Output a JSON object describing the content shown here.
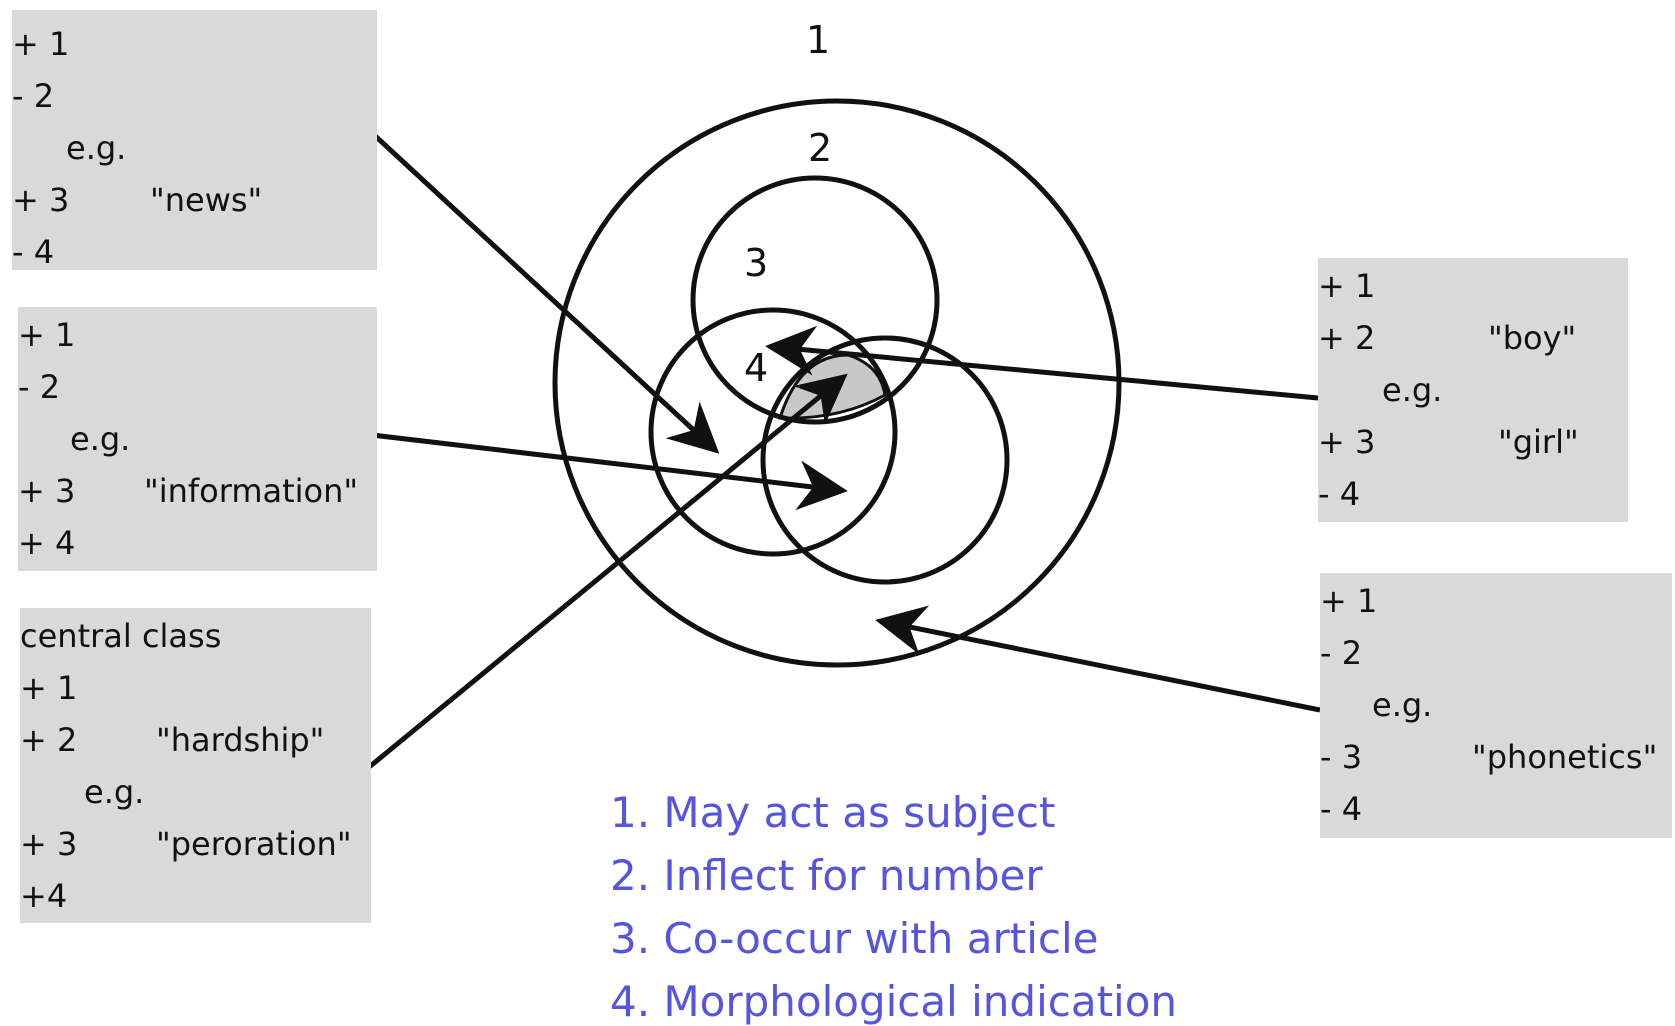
{
  "circle_labels": [
    "1",
    "2",
    "3",
    "4"
  ],
  "boxes": {
    "news": {
      "lines": [
        "+ 1",
        "- 2",
        "+ 3",
        "- 4"
      ],
      "eg": "e.g.",
      "word": "\"news\""
    },
    "information": {
      "lines": [
        "+ 1",
        "- 2",
        "+ 3",
        "+ 4"
      ],
      "eg": "e.g.",
      "word": "\"information\""
    },
    "central": {
      "title": "central class",
      "lines": [
        "+ 1",
        "+ 2",
        "+ 3",
        "+4"
      ],
      "eg": "e.g.",
      "word1": "\"hardship\"",
      "word2": "\"peroration\""
    },
    "boy": {
      "lines": [
        "+ 1",
        "+ 2",
        "+ 3",
        "- 4"
      ],
      "eg": "e.g.",
      "word1": "\"boy\"",
      "word2": "\"girl\""
    },
    "phonetics": {
      "lines": [
        "+ 1",
        "- 2",
        "- 3",
        "- 4"
      ],
      "eg": "e.g.",
      "word": "\"phonetics\""
    }
  },
  "legend": [
    "1. May act as subject",
    "2. Inflect for number",
    "3. Co-occur with article",
    "4. Morphological indication"
  ],
  "colors": {
    "box": "#d9d9d9",
    "legend": "#5555dd",
    "shaded": "#c8c8c8"
  }
}
